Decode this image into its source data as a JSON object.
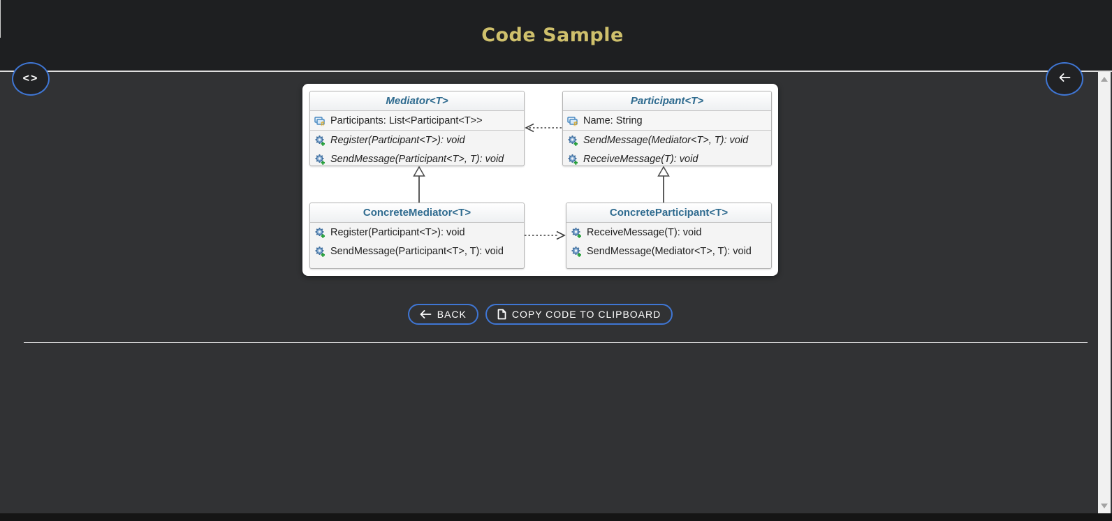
{
  "header": {
    "title": "Code Sample"
  },
  "colors": {
    "accent_blue": "#3f76d4",
    "title_gold": "#cfc06c",
    "class_title_blue": "#2f6b8f",
    "header_bg": "#1e1f21",
    "content_bg": "#313234"
  },
  "icons": {
    "code_toggle": "<>",
    "back_arrow": "←",
    "copy_document": "file-outline",
    "field": "blue-frame-with-gold-hash",
    "method": "blue-gear-with-green-plus",
    "scroll_up": "▲",
    "scroll_down": "▼"
  },
  "actions": {
    "back_label": "BACK",
    "copy_label": "COPY CODE TO CLIPBOARD"
  },
  "diagram": {
    "classes": [
      {
        "name": "Mediator<T>",
        "abstract": true,
        "attributes": [
          {
            "text": "Participants: List<Participant<T>>"
          }
        ],
        "methods": [
          {
            "text": "Register(Participant<T>): void"
          },
          {
            "text": "SendMessage(Participant<T>, T): void"
          }
        ]
      },
      {
        "name": "Participant<T>",
        "abstract": true,
        "attributes": [
          {
            "text": "Name: String"
          }
        ],
        "methods": [
          {
            "text": "SendMessage(Mediator<T>, T): void"
          },
          {
            "text": "ReceiveMessage(T): void"
          }
        ]
      },
      {
        "name": "ConcreteMediator<T>",
        "abstract": false,
        "attributes": [],
        "methods": [
          {
            "text": "Register(Participant<T>): void"
          },
          {
            "text": "SendMessage(Participant<T>, T): void"
          }
        ]
      },
      {
        "name": "ConcreteParticipant<T>",
        "abstract": false,
        "attributes": [],
        "methods": [
          {
            "text": "ReceiveMessage(T): void"
          },
          {
            "text": "SendMessage(Mediator<T>, T): void"
          }
        ]
      }
    ],
    "relations": [
      {
        "type": "dashed-dependency",
        "from": "Participant<T>",
        "to": "Mediator<T>"
      },
      {
        "type": "dashed-dependency",
        "from": "ConcreteMediator<T>",
        "to": "ConcreteParticipant<T>"
      },
      {
        "type": "generalization",
        "from": "ConcreteMediator<T>",
        "to": "Mediator<T>"
      },
      {
        "type": "generalization",
        "from": "ConcreteParticipant<T>",
        "to": "Participant<T>"
      }
    ]
  }
}
